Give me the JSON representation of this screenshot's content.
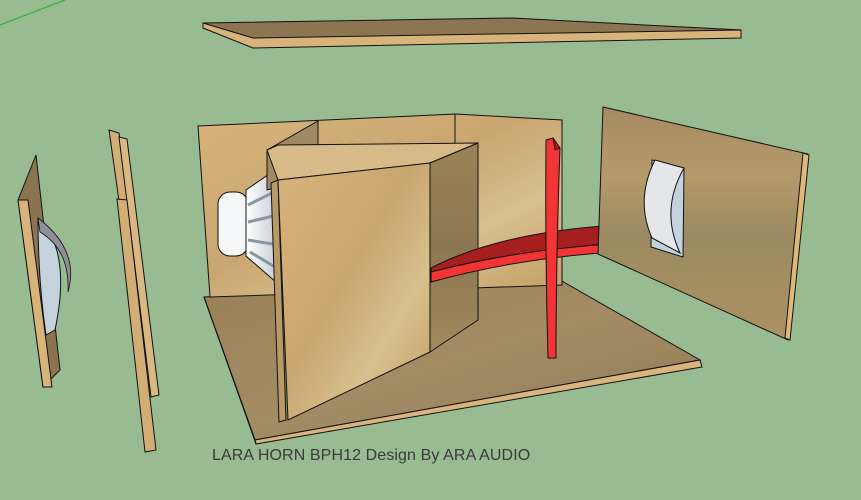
{
  "caption": "LARA HORN BPH12 Design By ARA AUDIO",
  "colors": {
    "background": "#99bb91",
    "axis_line": "#2fae3a",
    "wood_light": "#d2b07a",
    "wood_mid": "#c2a06a",
    "wood_dark": "#8a7452",
    "wood_edge": "#e0b879",
    "brace_red": "#f23434",
    "brace_dark": "#a61e1e",
    "driver_white": "#f2f4f6",
    "driver_blue": "#c3d2dd",
    "outline": "#111111"
  },
  "parts": [
    {
      "name": "top-panel",
      "label": "Top panel (exploded)"
    },
    {
      "name": "back-panel",
      "label": "Back panel"
    },
    {
      "name": "horn-folds",
      "label": "Horn fold panels"
    },
    {
      "name": "woofer-driver",
      "label": "Woofer driver"
    },
    {
      "name": "red-cross-brace",
      "label": "Cross brace"
    },
    {
      "name": "right-side-panel",
      "label": "Right side panel with driver cut-out"
    },
    {
      "name": "left-side-panel",
      "label": "Left side panel with driver"
    },
    {
      "name": "left-strips",
      "label": "Left edge strips"
    },
    {
      "name": "base-panel",
      "label": "Base panel"
    }
  ]
}
